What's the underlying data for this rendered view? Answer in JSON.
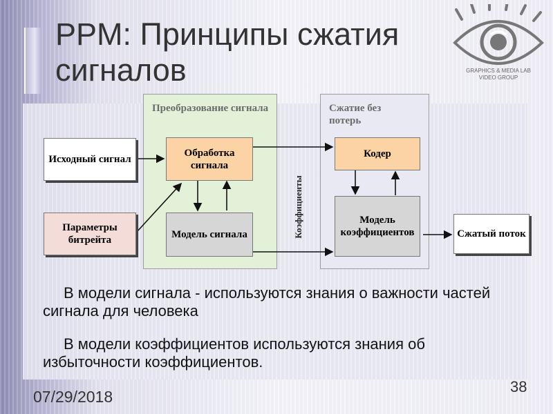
{
  "slide": {
    "title": "PPM: Принципы сжатия сигналов",
    "date": "07/29/2018",
    "page_number": "38",
    "logo": {
      "line1": "GRAPHICS & MEDIA LAB",
      "line2": "VIDEO GROUP"
    }
  },
  "diagram": {
    "regions": {
      "transform": "Преобразование сигнала",
      "lossless": "Сжатие без потерь"
    },
    "boxes": {
      "source": "Исходный сигнал",
      "bitrate_params": "Параметры битрейта",
      "processing": "Обработка сигнала",
      "signal_model": "Модель сигнала",
      "coder": "Кодер",
      "coeff_model": "Модель коэффициентов",
      "compressed": "Сжатый поток"
    },
    "coefficients_label": "Коэффициенты",
    "colors": {
      "source_fill": "#ffffff",
      "bitrate_fill": "#f4dcd8",
      "processing_fill": "#fbd3a4",
      "signal_model_fill": "#d6d6d6",
      "coder_fill": "#fbd3a4",
      "coeff_model_fill": "#d6d6d6",
      "compressed_fill": "#ffffff",
      "transform_region_fill": "#e3f1d9",
      "lossless_region_fill": "#e9e9f3"
    }
  },
  "bullets": [
    "В модели сигнала - используются знания о важности частей сигнала для человека",
    "В модели коэффициентов используются знания об избыточности коэффициентов."
  ]
}
